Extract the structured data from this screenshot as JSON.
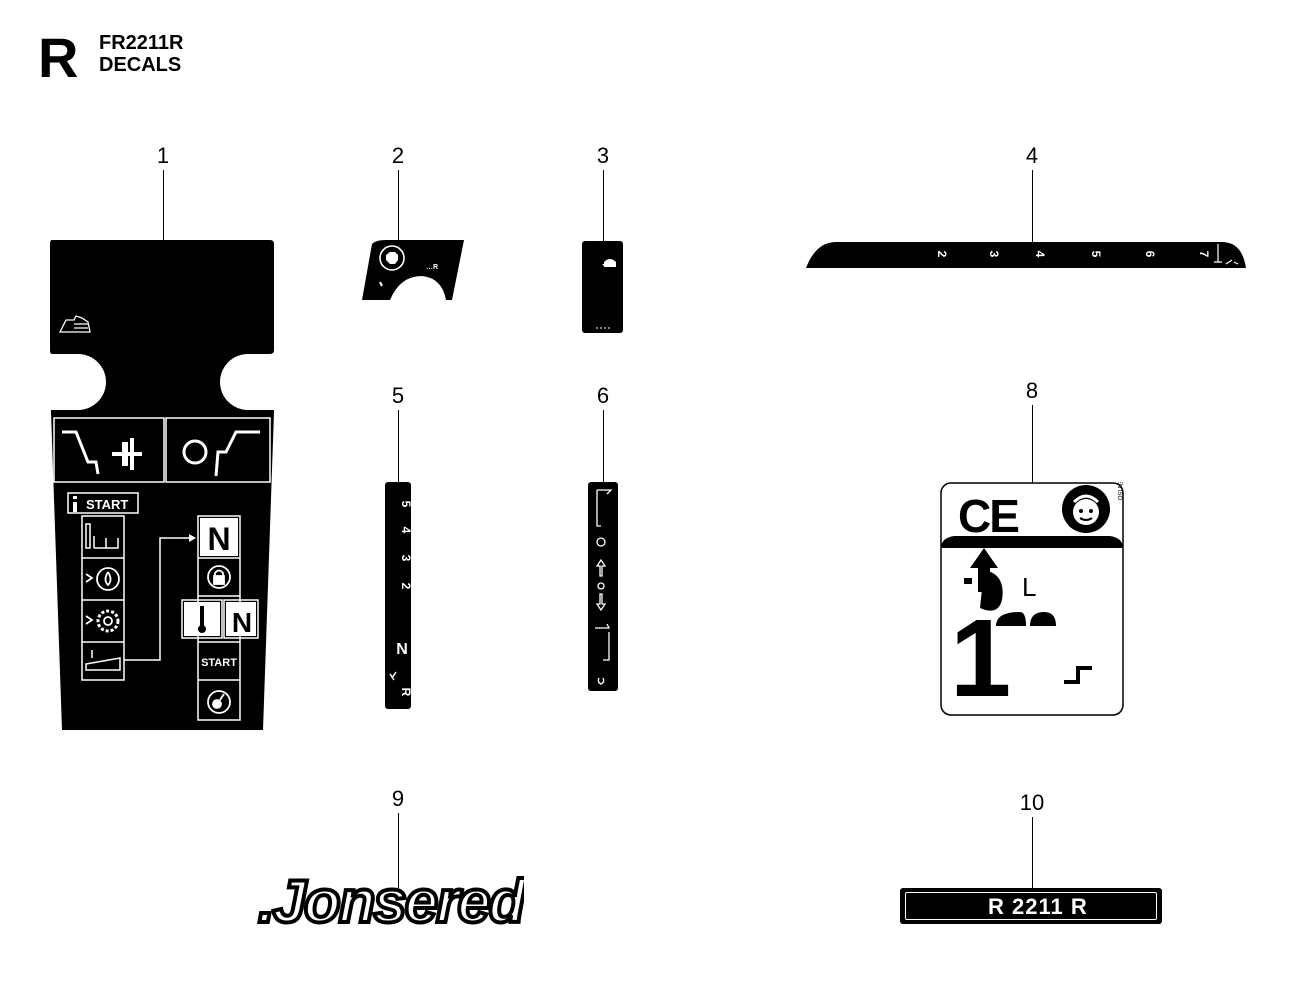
{
  "header": {
    "section_letter": "R",
    "model": "FR2211R",
    "subtitle": "DECALS"
  },
  "callouts": [
    "1",
    "2",
    "3",
    "4",
    "5",
    "6",
    "8",
    "9",
    "10"
  ],
  "decal1": {
    "start_tag": "START",
    "neutral": "N",
    "neutral_small": "N",
    "start_button": "START"
  },
  "decal2": {
    "label": "…R"
  },
  "decal4": {
    "numbers": [
      "2",
      "3",
      "4",
      "5",
      "6",
      "7"
    ]
  },
  "decal5": {
    "gears": [
      "5",
      "4",
      "3",
      "2",
      "N",
      "R"
    ]
  },
  "decal8": {
    "ce_mark": "CE",
    "big_number": "1",
    "letter": "L"
  },
  "decal9": {
    "logo_text": ".Jonsered"
  },
  "decal10": {
    "model_text": "R 2211 R"
  }
}
